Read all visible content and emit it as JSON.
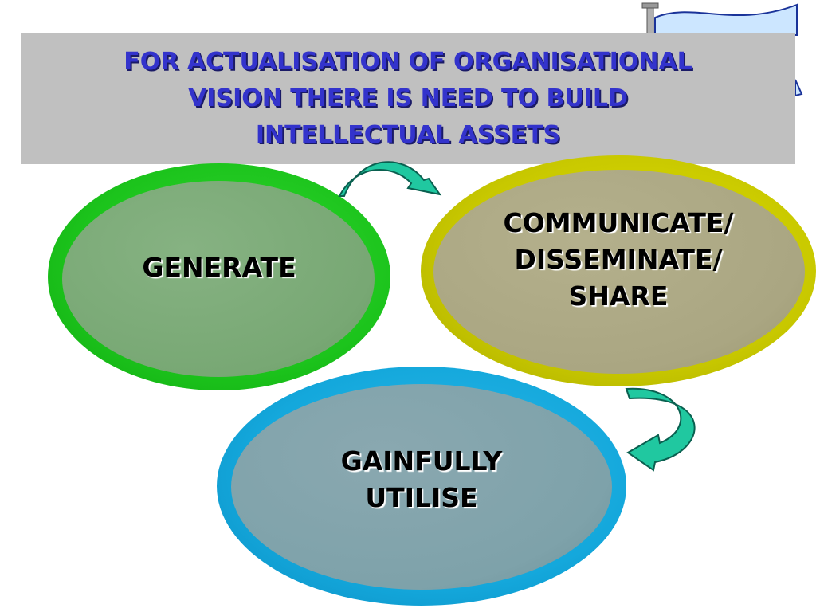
{
  "title": {
    "lines": [
      "FOR ACTUALISATION OF ORGANISATIONAL",
      "VISION THERE IS NEED TO BUILD",
      "INTELLECTUAL ASSETS"
    ]
  },
  "cycle": {
    "generate": "GENERATE",
    "communicate": [
      "COMMUNICATE/",
      "DISSEMINATE/",
      "SHARE"
    ],
    "utilise": [
      "GAINFULLY",
      "UTILISE"
    ]
  },
  "colors": {
    "title_text": "#3333cc",
    "title_bg": "#c0c0c0",
    "generate_ring": "#1cc41c",
    "communicate_ring": "#c8c800",
    "utilise_ring": "#14a8dc",
    "arrow_fill": "#20c8a0"
  },
  "icons": {
    "flag": "flag-icon",
    "arrow_generate_to_communicate": "curved-arrow-icon",
    "arrow_communicate_to_utilise": "curved-arrow-icon"
  }
}
